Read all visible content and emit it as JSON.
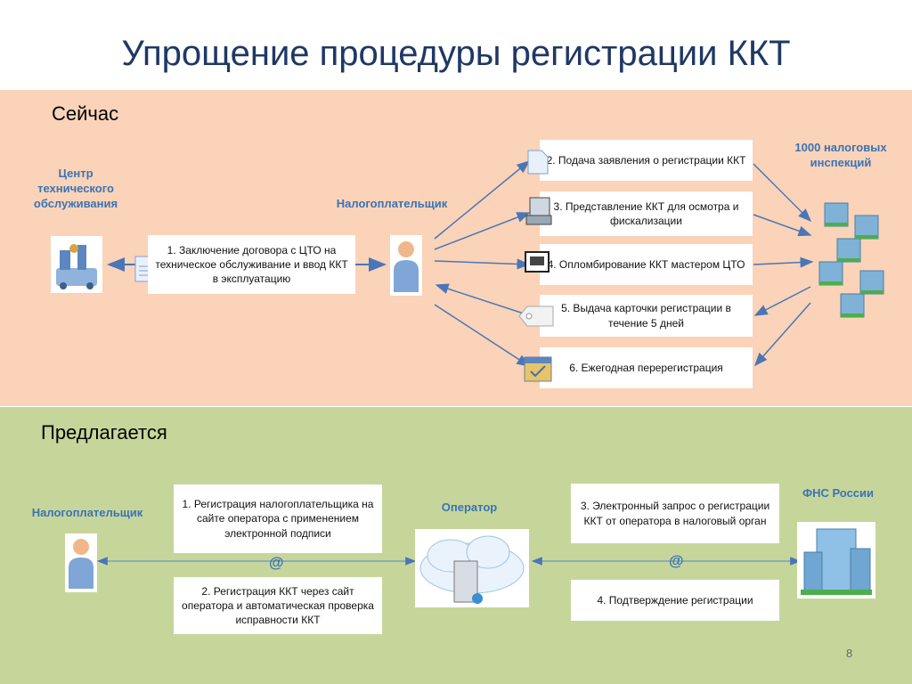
{
  "title": "Упрощение процедуры регистрации ККТ",
  "current": {
    "section_label": "Сейчас",
    "service_center": "Центр технического обслуживания",
    "taxpayer": "Налогоплательщик",
    "inspections": "1000 налоговых инспекций",
    "step1": "1. Заключение договора с ЦТО на техническое обслуживание и ввод ККТ в эксплуатацию",
    "steps": [
      "2. Подача заявления о регистрации ККТ",
      "3. Представление ККТ для осмотра и фискализации",
      "4. Опломбирование ККТ мастером ЦТО",
      "5. Выдача карточки регистрации в течение 5 дней",
      "6. Ежегодная перерегистрация"
    ]
  },
  "proposed": {
    "section_label": "Предлагается",
    "taxpayer": "Налогоплательщик",
    "operator": "Оператор",
    "fns": "ФНС России",
    "step1": "1. Регистрация налогоплательщика на сайте оператора с применением электронной подписи",
    "step2": "2. Регистрация ККТ через сайт оператора и автоматическая проверка исправности ККТ",
    "step3": "3. Электронный запрос о регистрации ККТ от оператора в налоговый орган",
    "step4": "4. Подтверждение регистрации",
    "at_symbol": "@"
  },
  "page_number": "8",
  "colors": {
    "title": "#1f3864",
    "band_current": "#fad3b8",
    "band_proposed": "#c6d69b",
    "entity_label": "#3a73b5",
    "arrow": "#4a76b8"
  }
}
